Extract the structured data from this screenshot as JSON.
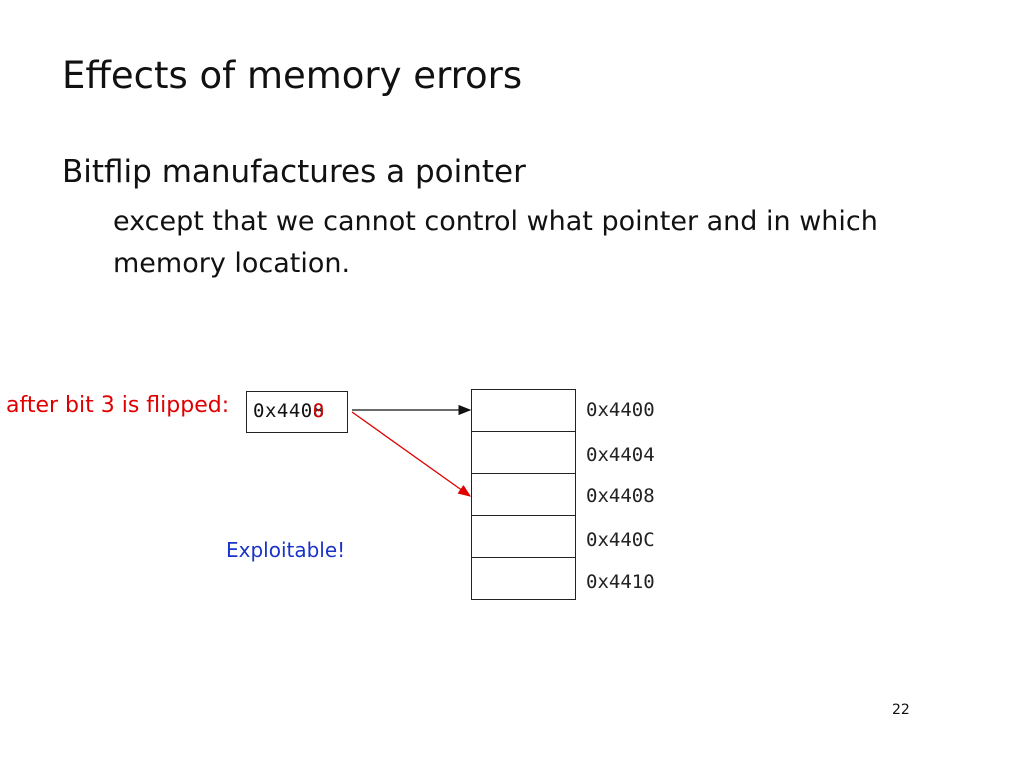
{
  "slide": {
    "title": "Effects of memory errors",
    "bullet": "Bitflip manufactures a pointer",
    "sub_bullet": "except that we cannot control what pointer and in which memory location.",
    "page_number": "22"
  },
  "diagram": {
    "flip_label": "after bit 3 is flipped:",
    "pointer_prefix": "0x440",
    "pointer_new_digit": "8",
    "pointer_old_digit": "0",
    "exploit_label": "Exploitable!",
    "addresses": [
      "0x4400",
      "0x4404",
      "0x4408",
      "0x440C",
      "0x4410"
    ],
    "colors": {
      "flip": "#e00000",
      "exploit": "#1a33c8",
      "text": "#111111"
    }
  }
}
